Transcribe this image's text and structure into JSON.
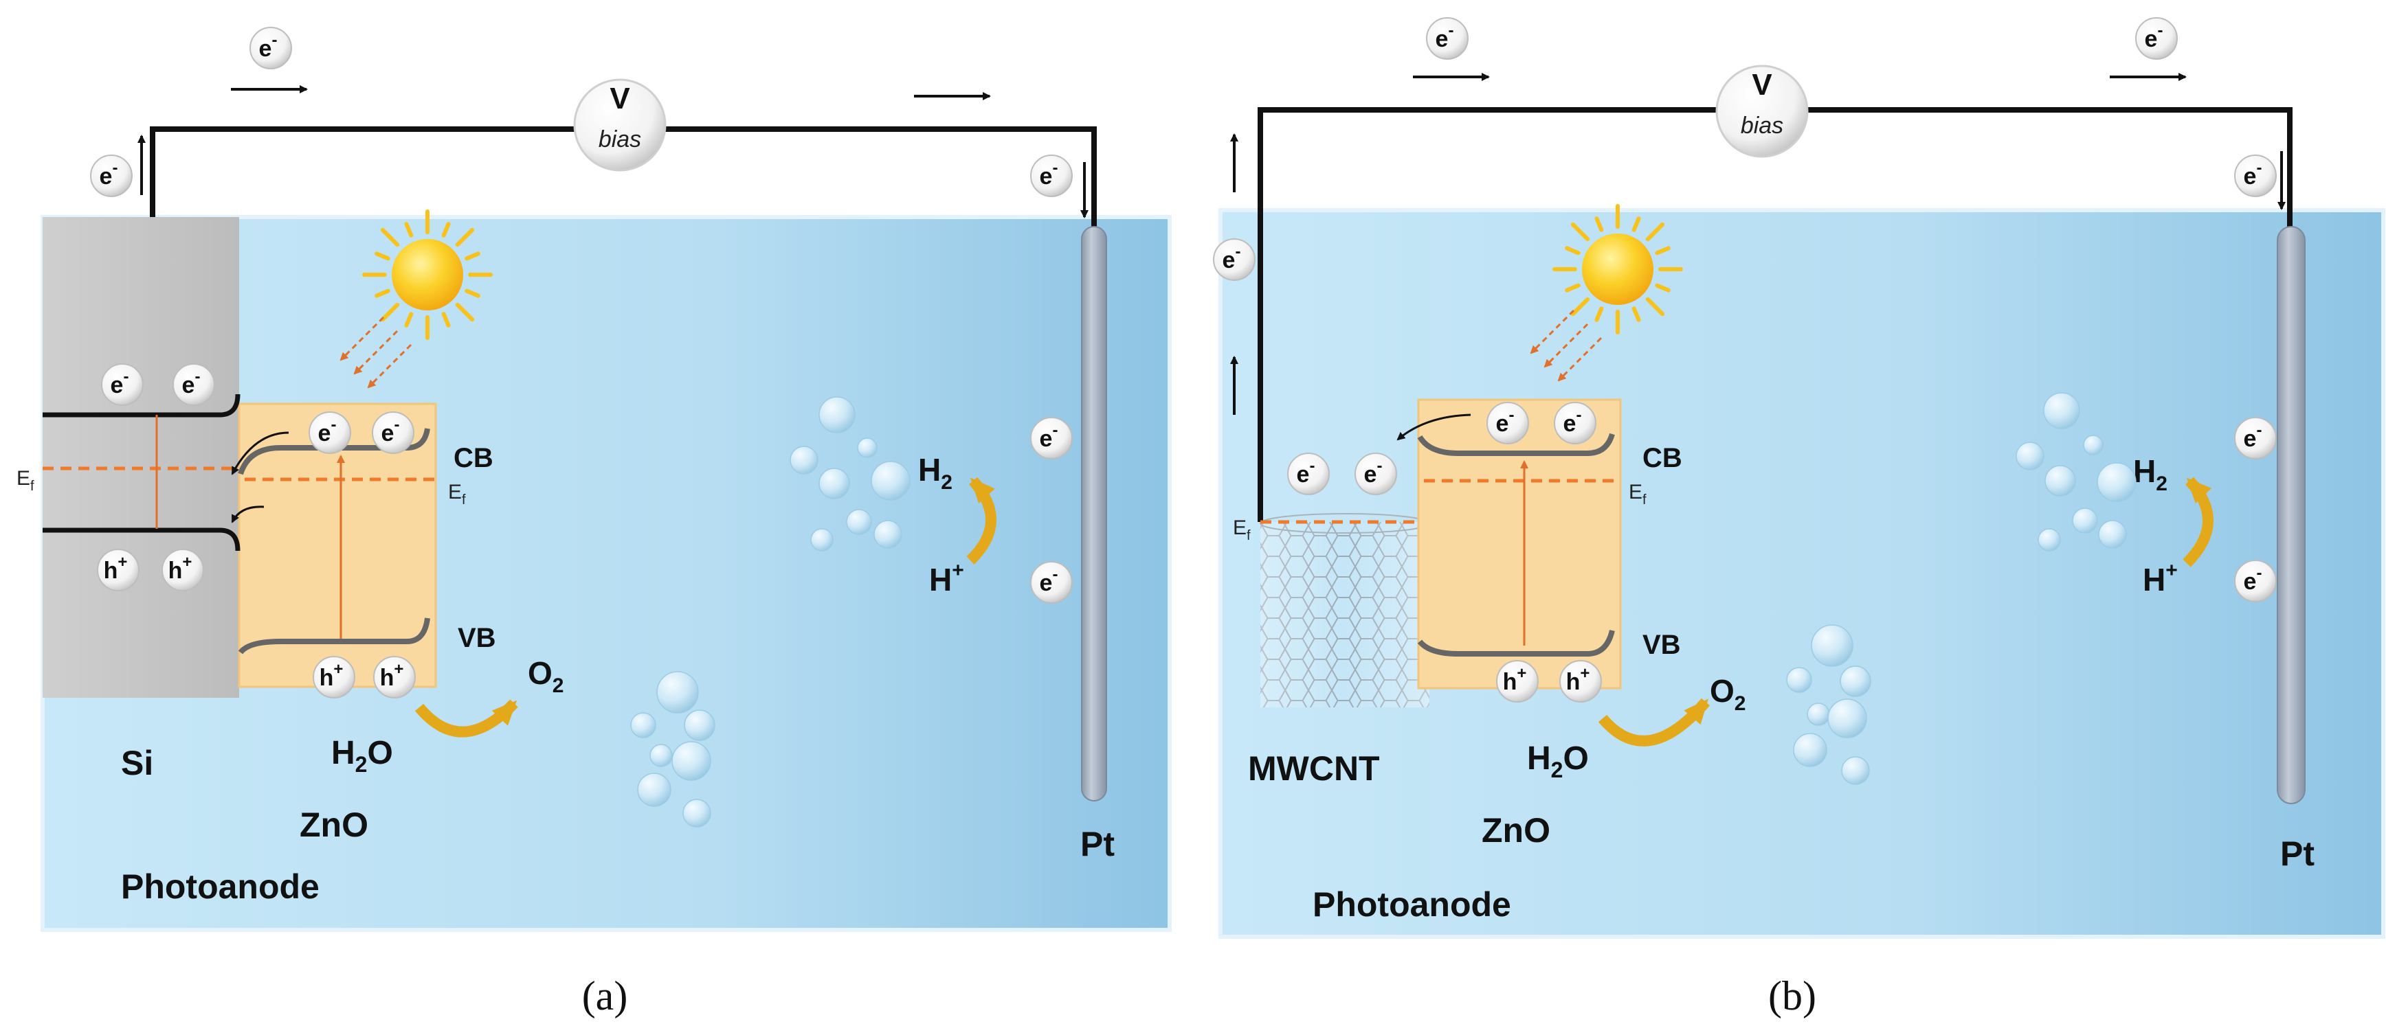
{
  "panels": [
    {
      "id": "a",
      "caption": "(a)",
      "vbias": {
        "v": "V",
        "bias": "bias"
      },
      "electron": "e",
      "hole": "h",
      "minus": "-",
      "plus": "+",
      "contact_label": "Si",
      "semiconductor": "ZnO",
      "photoanode": "Photoanode",
      "counter_electrode": "Pt",
      "cb": "CB",
      "vb": "VB",
      "ef": "E",
      "ef_sub": "f",
      "h2": "H",
      "h2_sub": "2",
      "hplus": "H",
      "o2": "O",
      "o2_sub": "2",
      "h2o_h": "H",
      "h2o_sub": "2",
      "h2o_o": "O"
    },
    {
      "id": "b",
      "caption": "(b)",
      "vbias": {
        "v": "V",
        "bias": "bias"
      },
      "electron": "e",
      "hole": "h",
      "minus": "-",
      "plus": "+",
      "contact_label": "MWCNT",
      "semiconductor": "ZnO",
      "photoanode": "Photoanode",
      "counter_electrode": "Pt",
      "cb": "CB",
      "vb": "VB",
      "ef": "E",
      "ef_sub": "f",
      "h2": "H",
      "h2_sub": "2",
      "hplus": "H",
      "o2": "O",
      "o2_sub": "2",
      "h2o_h": "H",
      "h2o_sub": "2",
      "h2o_o": "O"
    }
  ],
  "colors": {
    "electrolyte": "#bfe3f4",
    "silicon": "#c4c4c4",
    "zno": "#f9d9a0",
    "fermi": "#f07a2a",
    "sun": "#f8c21a",
    "arrow_yellow": "#e3a91a",
    "pt": "#a8b4c4"
  }
}
